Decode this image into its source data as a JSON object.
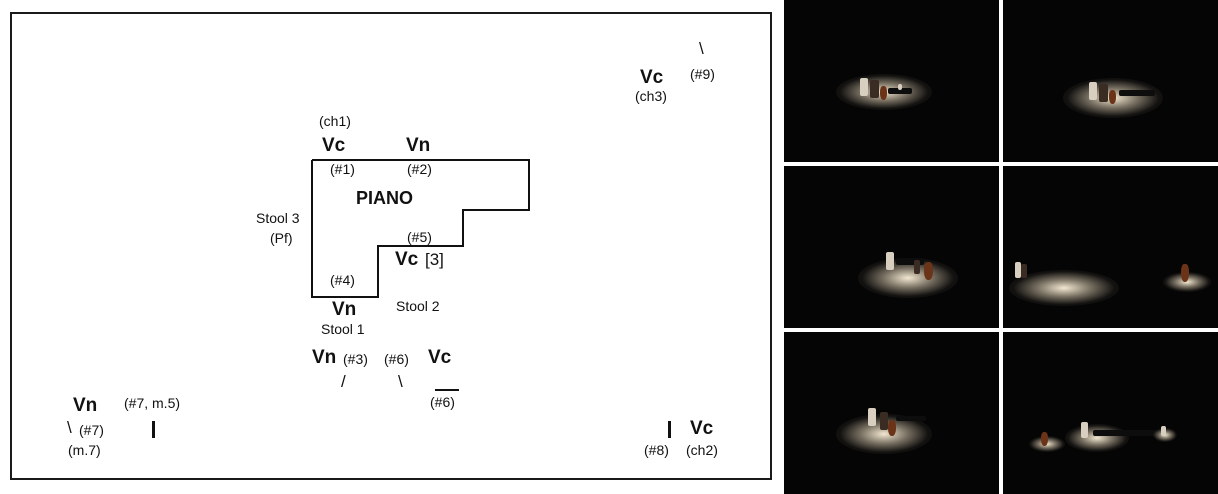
{
  "diagram": {
    "piano_label": "PIANO",
    "labels": {
      "vc_ch3": "Vc",
      "ch3": "(ch3)",
      "slash_9": "\\",
      "n9": "(#9)",
      "ch1": "(ch1)",
      "vc_1": "Vc",
      "n1": "(#1)",
      "vn_2": "Vn",
      "n2": "(#2)",
      "stool3": "Stool 3",
      "pf": "(Pf)",
      "n5": "(#5)",
      "vc_3": "Vc",
      "vc_3_bracket": "[3]",
      "n4": "(#4)",
      "vn_stool1": "Vn",
      "stool1": "Stool 1",
      "stool2": "Stool 2",
      "vn_3": "Vn",
      "n3": "(#3)",
      "slash_3": "/",
      "n6": "(#6)",
      "slash_6": "\\",
      "vc_6": "Vc",
      "n6_bar": "(#6)",
      "vn_7": "Vn",
      "slash_7": "\\",
      "n7": "(#7)",
      "m7": "(m.7)",
      "n7m5": "(#7, m.5)",
      "n8": "(#8)",
      "vc_ch2": "Vc",
      "ch2": "(ch2)"
    }
  },
  "photos": [
    {
      "name": "photo-1"
    },
    {
      "name": "photo-2"
    },
    {
      "name": "photo-3"
    },
    {
      "name": "photo-4"
    },
    {
      "name": "photo-5"
    },
    {
      "name": "photo-6"
    }
  ],
  "colors": {
    "frame": "#1a1a1a",
    "photo_background": "#050505",
    "spotlight": "#fff4dc"
  }
}
